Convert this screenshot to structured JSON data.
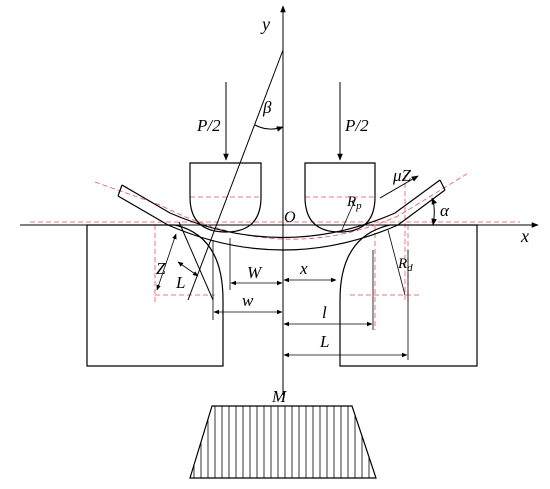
{
  "labels": {
    "y_axis": "y",
    "x_axis": "x",
    "origin": "O",
    "load_left": "P/2",
    "load_right": "P/2",
    "angle_beta": "β",
    "angle_alpha": "α",
    "friction": "μZ",
    "punch_radius_main": "R",
    "punch_radius_sub": "p",
    "die_radius_main": "R",
    "die_radius_sub": "d",
    "normal_force": "Z",
    "dim_L_small": "L",
    "dim_W": "W",
    "dim_x": "x",
    "dim_w": "w",
    "dim_l": "l",
    "dim_L": "L",
    "moment": "M"
  },
  "colors": {
    "stroke": "#000000",
    "centerline": "#e8505b",
    "background": "#ffffff"
  }
}
